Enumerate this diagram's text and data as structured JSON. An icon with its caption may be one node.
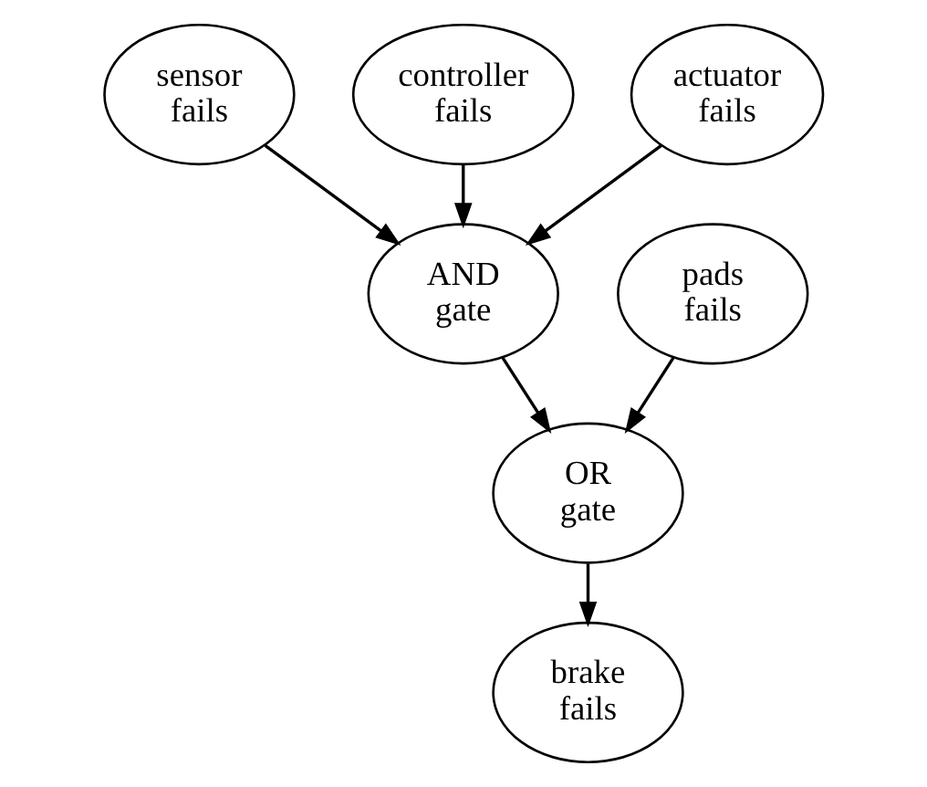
{
  "diagram": {
    "nodes": [
      {
        "text": [
          "sensor fails"
        ]
      },
      {
        "text": [
          "controller fails"
        ]
      },
      {
        "text": [
          "actuator fails"
        ]
      },
      {
        "text": [
          "AND gate"
        ]
      },
      {
        "text": [
          "pads fails"
        ]
      },
      {
        "text": [
          "OR gate"
        ]
      },
      {
        "text": [
          "brake fails"
        ]
      }
    ],
    "edges": [
      {
        "from": 0,
        "to": 3,
        "arrow": "to"
      },
      {
        "from": 1,
        "to": 3,
        "arrow": "to"
      },
      {
        "from": 2,
        "to": 3,
        "arrow": "to"
      },
      {
        "from": 3,
        "to": 5,
        "arrow": "to"
      },
      {
        "from": 4,
        "to": 5,
        "arrow": "to"
      },
      {
        "from": 5,
        "to": 6,
        "arrow": "to"
      }
    ]
  }
}
